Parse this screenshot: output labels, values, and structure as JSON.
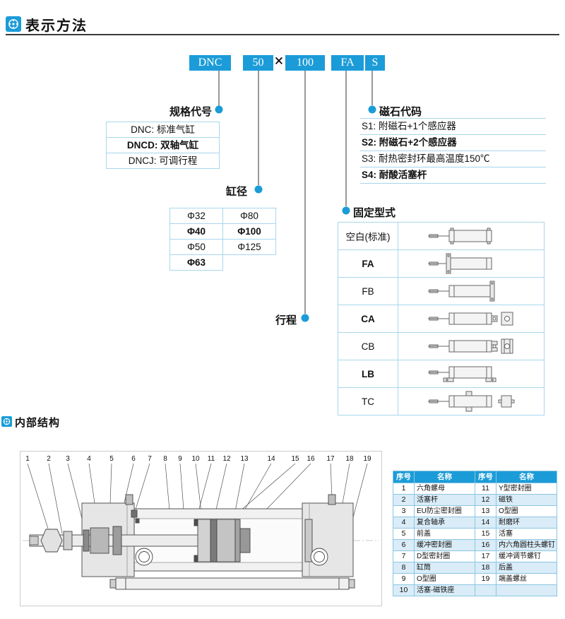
{
  "colors": {
    "accent": "#1B9CD8",
    "border": "#A9D6ED",
    "shade": "#D9ECF7"
  },
  "sections": {
    "method_title": "表示方法",
    "structure_title": "内部结构"
  },
  "model_code": {
    "series": "DNC",
    "bore": "50",
    "times": "×",
    "stroke_value": "100",
    "mount": "FA",
    "magnet": "S"
  },
  "spec_code": {
    "label": "规格代号",
    "rows": [
      "DNC: 标准气缸",
      "DNCD: 双轴气缸",
      "DNCJ: 可调行程"
    ]
  },
  "bore": {
    "label": "缸径",
    "cells": [
      [
        "Φ32",
        "Φ80"
      ],
      [
        "Φ40",
        "Φ100"
      ],
      [
        "Φ50",
        "Φ125"
      ],
      [
        "Φ63",
        ""
      ]
    ]
  },
  "stroke": {
    "label": "行程"
  },
  "magnet_code": {
    "label": "磁石代码",
    "rows": [
      "S1: 附磁石+1个感应器",
      "S2: 附磁石+2个感应器",
      "S3: 耐热密封环最高温度150℃",
      "S4: 耐酸活塞杆"
    ]
  },
  "mount_type": {
    "label": "固定型式",
    "rows": [
      "空白(标准)",
      "FA",
      "FB",
      "CA",
      "CB",
      "LB",
      "TC"
    ]
  },
  "internal": {
    "callouts": [
      "1",
      "2",
      "3",
      "4",
      "5",
      "6",
      "7",
      "8",
      "9",
      "10",
      "11",
      "12",
      "13",
      "14",
      "15",
      "16",
      "17",
      "18",
      "19"
    ],
    "table": {
      "headers": [
        "序号",
        "名称",
        "序号",
        "名称"
      ],
      "rows": [
        [
          "1",
          "六角螺母",
          "11",
          "Y型密封圈"
        ],
        [
          "2",
          "活塞杆",
          "12",
          "磁铁"
        ],
        [
          "3",
          "EU防尘密封圈",
          "13",
          "O型圈"
        ],
        [
          "4",
          "复合轴承",
          "14",
          "耐磨环"
        ],
        [
          "5",
          "前盖",
          "15",
          "活塞"
        ],
        [
          "6",
          "缓冲密封圈",
          "16",
          "内六角圆柱头螺钉"
        ],
        [
          "7",
          "D型密封圈",
          "17",
          "缓冲调节螺钉"
        ],
        [
          "8",
          "缸筒",
          "18",
          "后盖"
        ],
        [
          "9",
          "O型圈",
          "19",
          "端盖螺丝"
        ],
        [
          "10",
          "活塞-磁铁座",
          "",
          ""
        ]
      ]
    }
  }
}
